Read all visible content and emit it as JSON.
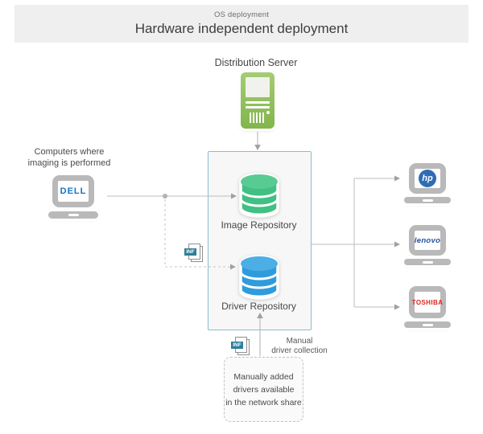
{
  "header": {
    "category": "OS deployment",
    "title": "Hardware independent deployment"
  },
  "nodes": {
    "distribution_server": {
      "label": "Distribution Server"
    },
    "image_repository": {
      "label": "Image Repository"
    },
    "driver_repository": {
      "label": "Driver Repository"
    },
    "source": {
      "caption_line1": "Computers where",
      "caption_line2": "imaging is performed",
      "brand": "DELL"
    },
    "targets": [
      {
        "brand": "hp"
      },
      {
        "brand": "lenovo"
      },
      {
        "brand": "TOSHIBA"
      }
    ],
    "inf_file": {
      "label": "INF"
    },
    "manual_collection": {
      "line1": "Manual",
      "line2": "driver collection"
    },
    "share_note": {
      "line1": "Manually added",
      "line2": "drivers available",
      "line3": "in the network share"
    }
  },
  "colors": {
    "header_bg": "#efefef",
    "box_border": "#8abdce",
    "box_bg": "#f7f7f7",
    "server_green": "#8cbd5c",
    "image_repo_green": "#41c083",
    "driver_repo_blue": "#2e9cdc",
    "laptop_gray": "#b9b9b9",
    "dell_blue": "#1473c4",
    "hp_blue": "#2e6cb5",
    "lenovo_blue": "#2352a0",
    "toshiba_red": "#dd2420",
    "inf_teal": "#2b7e99",
    "connector_gray": "#bcbcbc"
  }
}
